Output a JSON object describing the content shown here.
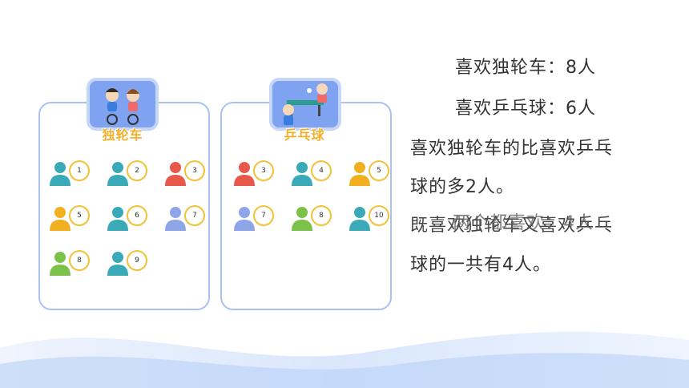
{
  "left_panel": {
    "title": "独轮车",
    "people": [
      {
        "num": "1",
        "color": "#3aa9b8"
      },
      {
        "num": "2",
        "color": "#3aa9b8"
      },
      {
        "num": "3",
        "color": "#e8584a"
      },
      {
        "num": "5",
        "color": "#f0b01f"
      },
      {
        "num": "6",
        "color": "#3aa9b8"
      },
      {
        "num": "7",
        "color": "#8ea6e8"
      },
      {
        "num": "8",
        "color": "#7cc24a"
      },
      {
        "num": "9",
        "color": "#3aa9b8"
      }
    ]
  },
  "right_panel": {
    "title": "乒乓球",
    "people": [
      {
        "num": "3",
        "color": "#e8584a"
      },
      {
        "num": "4",
        "color": "#3aa9b8"
      },
      {
        "num": "5",
        "color": "#f0b01f"
      },
      {
        "num": "7",
        "color": "#8ea6e8"
      },
      {
        "num": "8",
        "color": "#7cc24a"
      },
      {
        "num": "10",
        "color": "#3aa9b8"
      }
    ]
  },
  "text": {
    "line1": "喜欢独轮车：8人",
    "line2": "喜欢乒乓球：6人",
    "line3": "喜欢独轮车的比喜欢乒乓",
    "line4": "球的多2人。",
    "line5a": "既喜欢独轮车又喜欢乒乓",
    "line5b": "两个都喜欢：4人",
    "line6": "球的一共有4人。"
  }
}
